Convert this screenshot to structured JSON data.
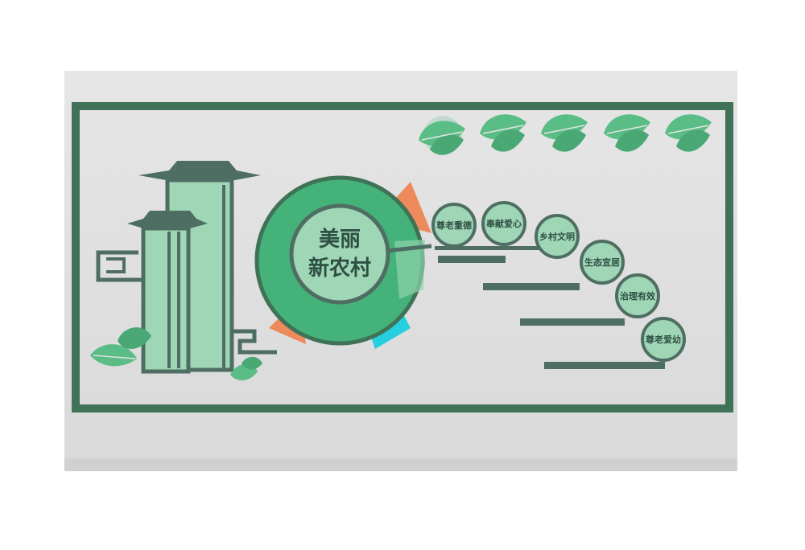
{
  "title": {
    "line1": "美丽",
    "line2": "新农村"
  },
  "topics": [
    {
      "label": "尊老重德"
    },
    {
      "label": "奉献爱心"
    },
    {
      "label": "乡村文明"
    },
    {
      "label": "生态宜居"
    },
    {
      "label": "治理有效"
    },
    {
      "label": "尊老爱幼"
    }
  ],
  "colors": {
    "frame": "#3f7257",
    "dark_green": "#4f6e63",
    "light_green": "#9fd6b5",
    "bright_green": "#45b27a",
    "orange": "#ee8b5c",
    "cyan": "#26cfe0",
    "leaf": "#5bbd86",
    "panel": "#e2e2e2"
  },
  "icons": [
    "leaf-icon",
    "pagoda-icon"
  ]
}
